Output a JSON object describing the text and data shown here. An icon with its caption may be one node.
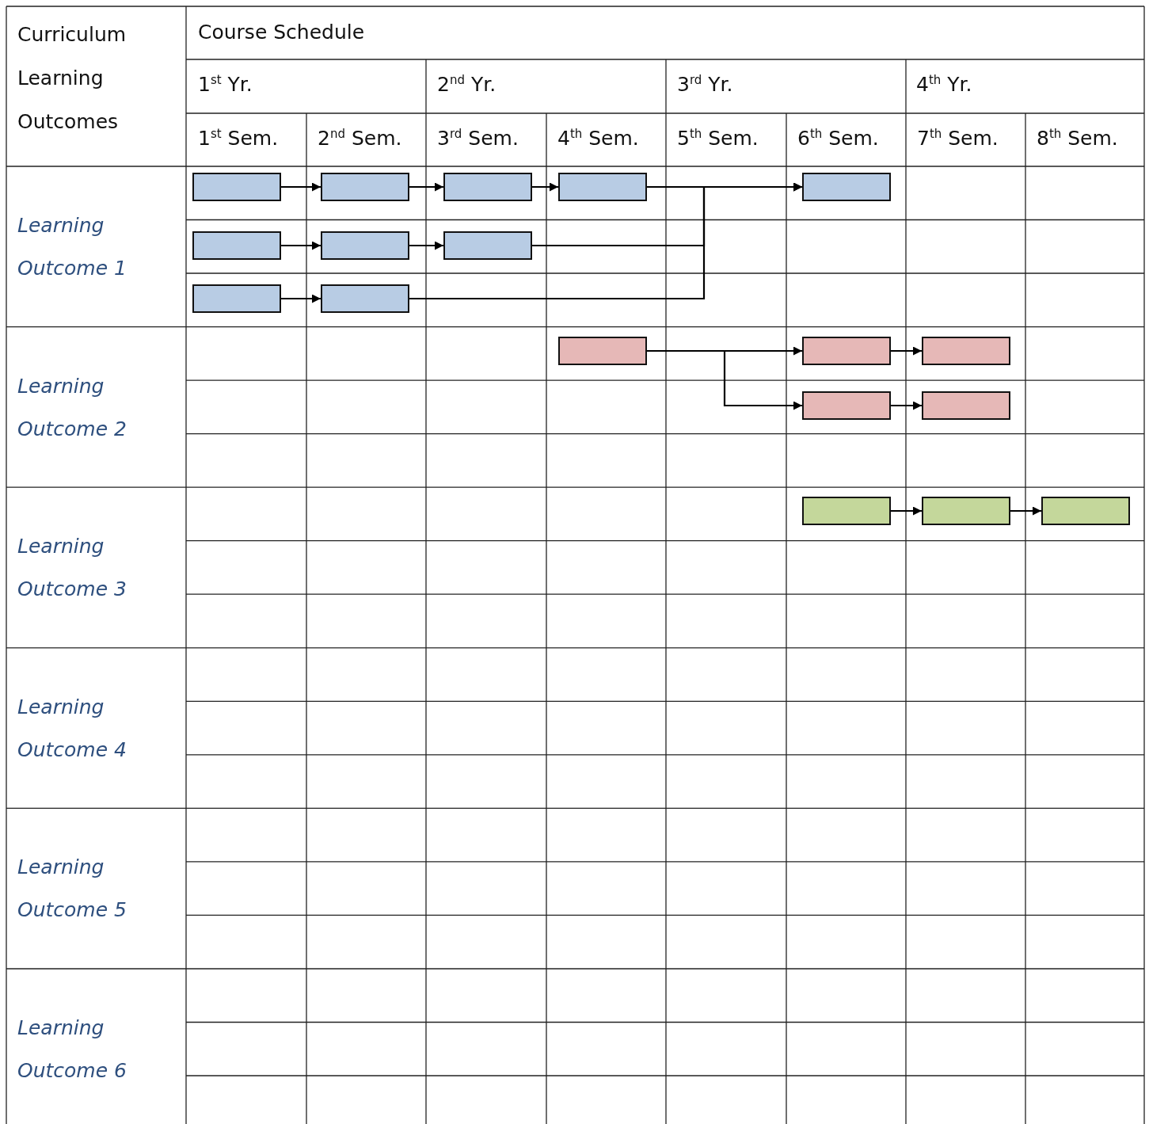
{
  "diagram": {
    "nodes": [
      {
        "text": [],
        "shape": "box"
      },
      {
        "text": [],
        "shape": "box"
      },
      {
        "text": [],
        "shape": "box"
      },
      {
        "text": [],
        "shape": "box"
      },
      {
        "text": [],
        "shape": "box"
      },
      {
        "text": [],
        "shape": "box"
      },
      {
        "text": [],
        "shape": "box"
      },
      {
        "text": [],
        "shape": "box"
      },
      {
        "text": [],
        "shape": "box"
      },
      {
        "text": [],
        "shape": "box"
      },
      {
        "text": [],
        "shape": "box"
      },
      {
        "text": [],
        "shape": "box"
      },
      {
        "text": [],
        "shape": "box"
      },
      {
        "text": [],
        "shape": "box"
      },
      {
        "text": [],
        "shape": "box"
      },
      {
        "text": [],
        "shape": "box"
      },
      {
        "text": [],
        "shape": "box"
      },
      {
        "text": [],
        "shape": "box"
      }
    ],
    "edges": [
      {
        "from": 0,
        "to": 1,
        "arrow": "to"
      },
      {
        "from": 1,
        "to": 2,
        "arrow": "to"
      },
      {
        "from": 2,
        "to": 3,
        "arrow": "to"
      },
      {
        "from": 3,
        "to": 4,
        "arrow": "to"
      },
      {
        "from": 5,
        "to": 6,
        "arrow": "to"
      },
      {
        "from": 6,
        "to": 7,
        "arrow": "to"
      },
      {
        "from": 7,
        "to": 4,
        "arrow": "to"
      },
      {
        "from": 8,
        "to": 9,
        "arrow": "to"
      },
      {
        "from": 9,
        "to": 4,
        "arrow": "to"
      },
      {
        "from": 10,
        "to": 11,
        "arrow": "to"
      },
      {
        "from": 11,
        "to": 12,
        "arrow": "to"
      },
      {
        "from": 10,
        "to": 13,
        "arrow": "to"
      },
      {
        "from": 13,
        "to": 14,
        "arrow": "to"
      },
      {
        "from": 15,
        "to": 16,
        "arrow": "to"
      },
      {
        "from": 16,
        "to": 17,
        "arrow": "to"
      }
    ],
    "labels": [
      "Curriculum Learning Outcomes",
      "Course Schedule",
      "1$^{st}$ Yr.",
      "2$^{nd}$ Yr.",
      "3$^{rd}$ Yr.",
      "4$^{th}$ Yr.",
      "1$^{st}$ Sem.",
      "2$^{nd}$ Sem.",
      "3$^{rd}$ Sem.",
      "4$^{th}$ Sem.",
      "5$^{th}$ Sem.",
      "6$^{th}$ Sem.",
      "7$^{th}$ Sem.",
      "8$^{th}$ Sem.",
      "Learning Outcome 1",
      "Learning Outcome 2",
      "Learning Outcome 3",
      "Learning Outcome 4",
      "Learning Outcome 5",
      "Learning Outcome 6"
    ]
  }
}
